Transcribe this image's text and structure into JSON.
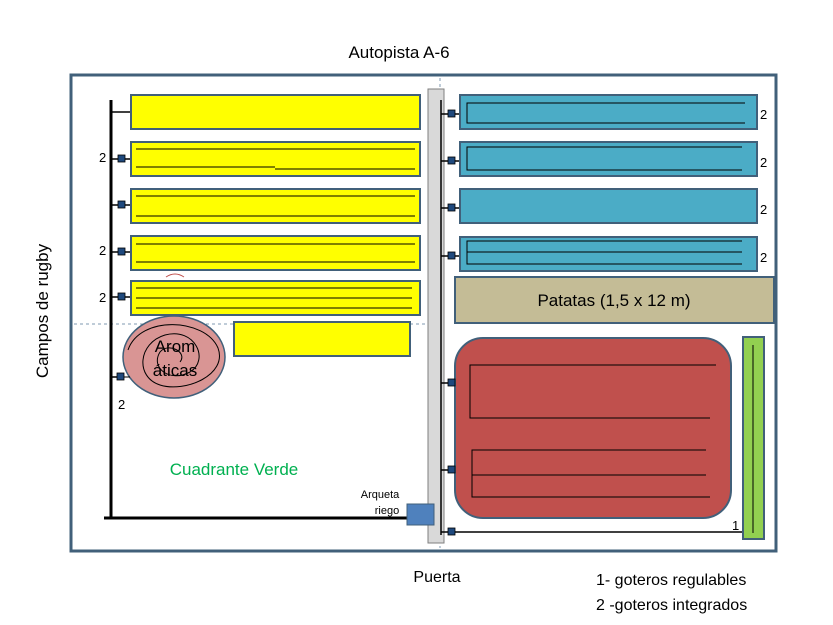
{
  "labels": {
    "top_road": "Autopista A-6",
    "left_side": "Campos de rugby",
    "gate": "Puerta",
    "zone": "Cuadrante Verde",
    "irrigation_box_line1": "Arqueta",
    "irrigation_box_line2": "riego",
    "potatoes": "Patatas (1,5 x 12 m)",
    "aromatics_line1": "Arom",
    "aromatics_line2": "áticas"
  },
  "legend": {
    "item1": "1- goteros regulables",
    "item2": "2 -goteros integrados"
  },
  "dripper_labels": {
    "left_bed_2": "2",
    "left_bed_4": "2",
    "left_bed_5": "2",
    "aromatics": "2",
    "right_bed_1": "2",
    "right_bed_2": "2",
    "right_bed_3": "2",
    "right_bed_4": "2",
    "green_strip": "1"
  },
  "colors": {
    "frame": "#41607a",
    "yellow_bed": "#ffff00",
    "blue_bed": "#4bacc6",
    "potato_bed": "#c4bc96",
    "red_bed": "#c0504d",
    "aromatics": "#d99594",
    "green_strip": "#92d050",
    "irrigation_box": "#4f81bd",
    "center_path": "#d9d9d9",
    "zone_text": "#00b050"
  }
}
